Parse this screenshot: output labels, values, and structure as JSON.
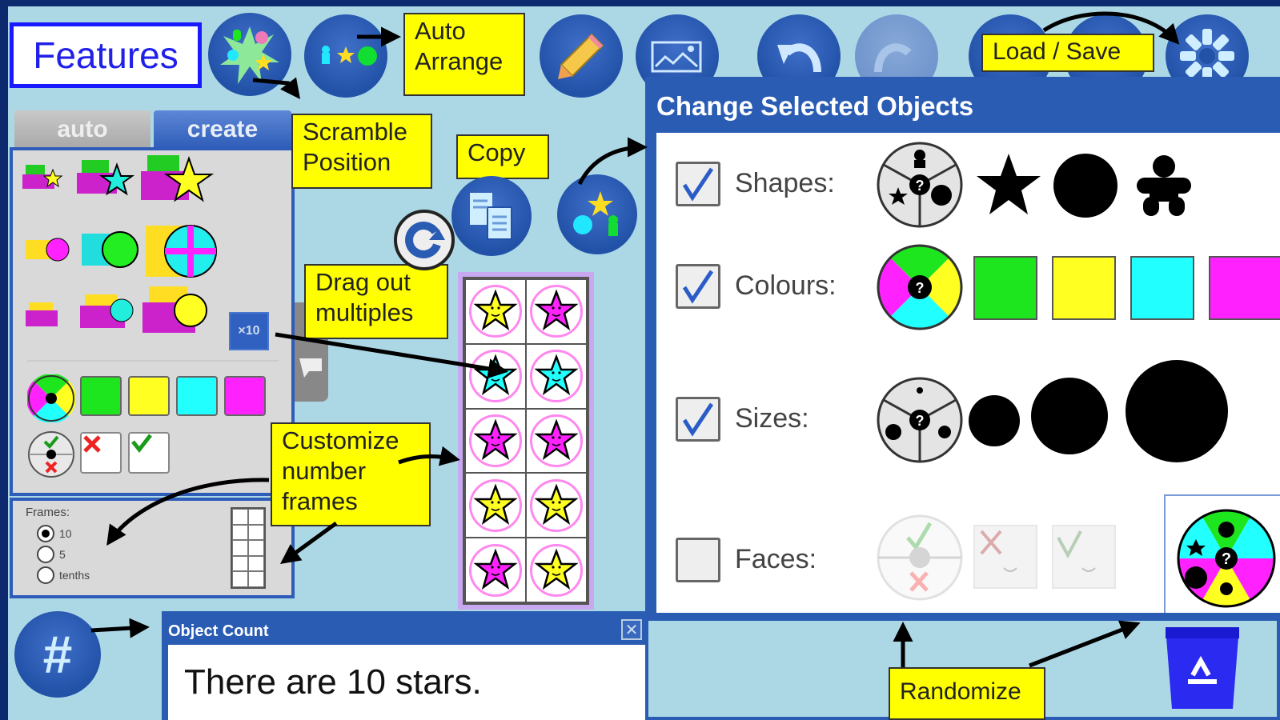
{
  "header": {
    "title": "Features"
  },
  "toolbar": {
    "buttons": [
      {
        "id": "scramble",
        "icon": "scramble-icon"
      },
      {
        "id": "auto-arrange",
        "icon": "arrange-icon"
      },
      {
        "id": "pencil",
        "icon": "pencil-icon"
      },
      {
        "id": "background",
        "icon": "image-icon"
      },
      {
        "id": "undo",
        "icon": "undo-icon"
      },
      {
        "id": "redo",
        "icon": "redo-icon",
        "disabled": true
      },
      {
        "id": "load-save",
        "icon": "load-save-icon"
      },
      {
        "id": "settings",
        "icon": "gear-icon"
      }
    ]
  },
  "callouts": {
    "auto_arrange": "Auto\nArrange",
    "auto_arrange_l1": "Auto",
    "auto_arrange_l2": "Arrange",
    "scramble_l1": "Scramble",
    "scramble_l2": "Position",
    "copy": "Copy",
    "drag_l1": "Drag out",
    "drag_l2": "multiples",
    "customize_l1": "Customize",
    "customize_l2": "number",
    "customize_l3": "frames",
    "load_save": "Load / Save",
    "randomize": "Randomize"
  },
  "tabs": [
    {
      "label": "auto",
      "active": false
    },
    {
      "label": "create",
      "active": true
    }
  ],
  "palette": {
    "multiplier_label": "×10",
    "colors": [
      "#1ee61e",
      "#ffff22",
      "#22ffff",
      "#ff22ff"
    ]
  },
  "frames": {
    "label": "Frames:",
    "options": [
      {
        "label": "10",
        "selected": true
      },
      {
        "label": "5",
        "selected": false
      },
      {
        "label": "tenths",
        "selected": false
      }
    ]
  },
  "ten_frame": {
    "cells": [
      "#ffff22",
      "#ff22ff",
      "#22ffff",
      "#22ffff",
      "#ff22ff",
      "#ff22ff",
      "#ffff22",
      "#ffff22",
      "#ff22ff",
      "#ffff22"
    ]
  },
  "change_dialog": {
    "title": "Change Selected Objects",
    "rows": [
      {
        "label": "Shapes:",
        "checked": true
      },
      {
        "label": "Colours:",
        "checked": true
      },
      {
        "label": "Sizes:",
        "checked": true
      },
      {
        "label": "Faces:",
        "checked": false
      }
    ],
    "colours": [
      "#1ee61e",
      "#ffff22",
      "#22ffff",
      "#ff22ff"
    ]
  },
  "object_count": {
    "title": "Object Count",
    "text": "There are 10 stars.",
    "close": "✕"
  },
  "count_button": {
    "label": "#"
  }
}
